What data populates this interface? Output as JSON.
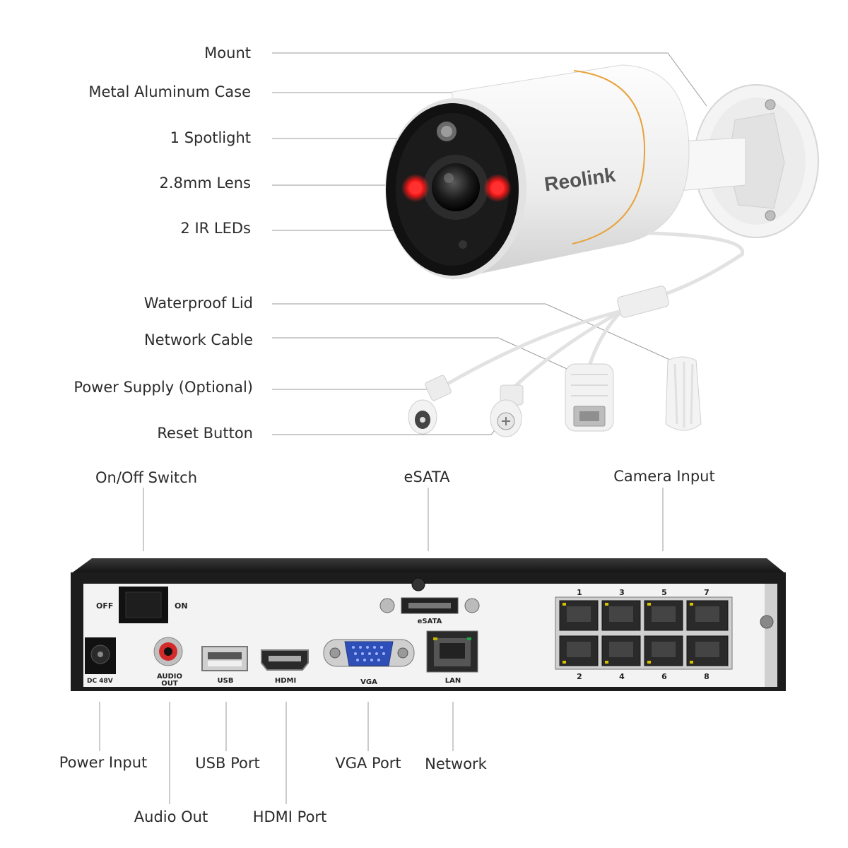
{
  "camera": {
    "brand": "Reolink",
    "callouts": [
      {
        "id": "mount",
        "label": "Mount"
      },
      {
        "id": "case",
        "label": "Metal Aluminum Case"
      },
      {
        "id": "spotlight",
        "label": "1 Spotlight"
      },
      {
        "id": "lens",
        "label": "2.8mm Lens"
      },
      {
        "id": "ir-leds",
        "label": "2 IR LEDs"
      },
      {
        "id": "waterproof-lid",
        "label": "Waterproof Lid"
      },
      {
        "id": "network-cable",
        "label": "Network Cable"
      },
      {
        "id": "power-supply",
        "label": "Power Supply (Optional)"
      },
      {
        "id": "reset-button",
        "label": "Reset Button"
      }
    ]
  },
  "nvr": {
    "top_callouts": [
      {
        "id": "on-off-switch",
        "label": "On/Off Switch"
      },
      {
        "id": "esata",
        "label": "eSATA"
      },
      {
        "id": "camera-input",
        "label": "Camera Input"
      }
    ],
    "bottom_callouts": [
      {
        "id": "power-input",
        "label": "Power Input"
      },
      {
        "id": "usb-port",
        "label": "USB Port"
      },
      {
        "id": "vga-port",
        "label": "VGA Port"
      },
      {
        "id": "network",
        "label": "Network"
      },
      {
        "id": "audio-out",
        "label": "Audio Out"
      },
      {
        "id": "hdmi-port",
        "label": "HDMI Port"
      }
    ],
    "panel_labels": {
      "off": "OFF",
      "on": "ON",
      "dc": "DC 48V",
      "audio_line1": "AUDIO",
      "audio_line2": "OUT",
      "usb": "USB",
      "hdmi": "HDMI",
      "vga": "VGA",
      "lan": "LAN",
      "esata": "eSATA"
    },
    "poe_top_numbers": [
      "1",
      "3",
      "5",
      "7"
    ],
    "poe_bottom_numbers": [
      "2",
      "4",
      "6",
      "8"
    ]
  },
  "colors": {
    "line": "#9a9a9a",
    "panel": "#f3f3f3",
    "chassis": "#1c1c1c",
    "ir": "#ff2020",
    "accent": "#e8a23a"
  }
}
